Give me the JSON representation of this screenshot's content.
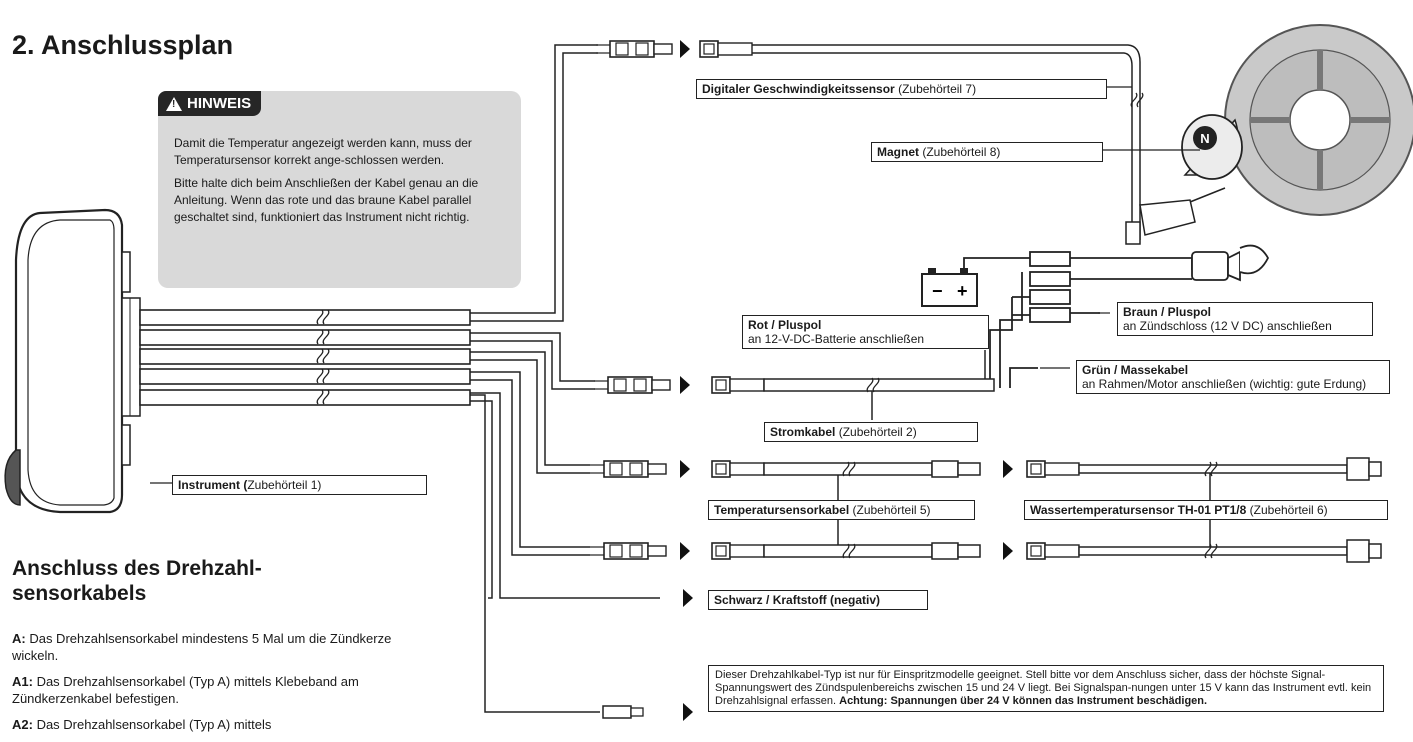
{
  "title": "2. Anschlussplan",
  "notice": {
    "badge": "HINWEIS",
    "icon": "warning-triangle-icon",
    "paragraph1": "Damit die Temperatur angezeigt werden kann, muss der Temperatursensor korrekt ange-schlossen werden.",
    "paragraph2": "Bitte halte dich beim Anschließen der Kabel genau an die Anleitung. Wenn das rote und das braune Kabel parallel geschaltet sind, funktioniert das Instrument nicht richtig."
  },
  "labels": {
    "speed_sensor": {
      "bold": "Digitaler Geschwindigkeitssensor",
      "rest": " (Zubehörteil 7)"
    },
    "magnet": {
      "bold": "Magnet",
      "rest": " (Zubehörteil 8)"
    },
    "red": {
      "bold": "Rot / Pluspol",
      "rest": "an 12-V-DC-Batterie anschließen"
    },
    "brown": {
      "bold": "Braun / Pluspol",
      "rest": "an Zündschloss (12 V DC) anschließen"
    },
    "green": {
      "bold": "Grün / Massekabel",
      "rest": "an Rahmen/Motor anschließen (wichtig: gute Erdung)"
    },
    "power_cable": {
      "bold": "Stromkabel",
      "rest": " (Zubehörteil 2)"
    },
    "instrument": {
      "bold": "Instrument (",
      "rest": "Zubehörteil 1)"
    },
    "temp_cable": {
      "bold": "Temperatursensorkabel",
      "rest": " (Zubehörteil 5)"
    },
    "water_sensor": {
      "bold": "Wassertemperatursensor TH-01 PT1/8",
      "rest": " (Zubehörteil 6)"
    },
    "black": {
      "bold": "Schwarz / Kraftstoff (negativ)",
      "rest": ""
    }
  },
  "rpm_section": {
    "title": "Anschluss des Drehzahl-sensorkabels",
    "step_a_key": "A:",
    "step_a": " Das Drehzahlsensorkabel mindestens 5 Mal um die Zündkerze wickeln.",
    "step_a1_key": "A1:",
    "step_a1": " Das Drehzahlsensorkabel (Typ A) mittels Klebeband am Zündkerzenkabel befestigen.",
    "step_a2_key": "A2:",
    "step_a2": " Das Drehzahlsensorkabel (Typ A) mittels"
  },
  "injection_note": {
    "text": "Dieser Drehzahlkabel-Typ ist nur für Einspritzmodelle geeignet. Stell bitte vor dem Anschluss sicher, dass der höchste Signal-Spannungswert des Zündspulenbereichs zwischen 15 und 24 V liegt. Bei Signalspan-nungen unter 15 V kann das Instrument evtl. kein Drehzahlsignal erfassen. ",
    "bold": "Achtung: Spannungen über 24 V können das Instrument beschädigen."
  },
  "battery": {
    "minus": "−",
    "plus": "+"
  },
  "magnet_mark": "N",
  "colors": {
    "ink": "#1a1a1a",
    "notice_bg": "#d9d9d9",
    "badge_bg": "#262626"
  }
}
